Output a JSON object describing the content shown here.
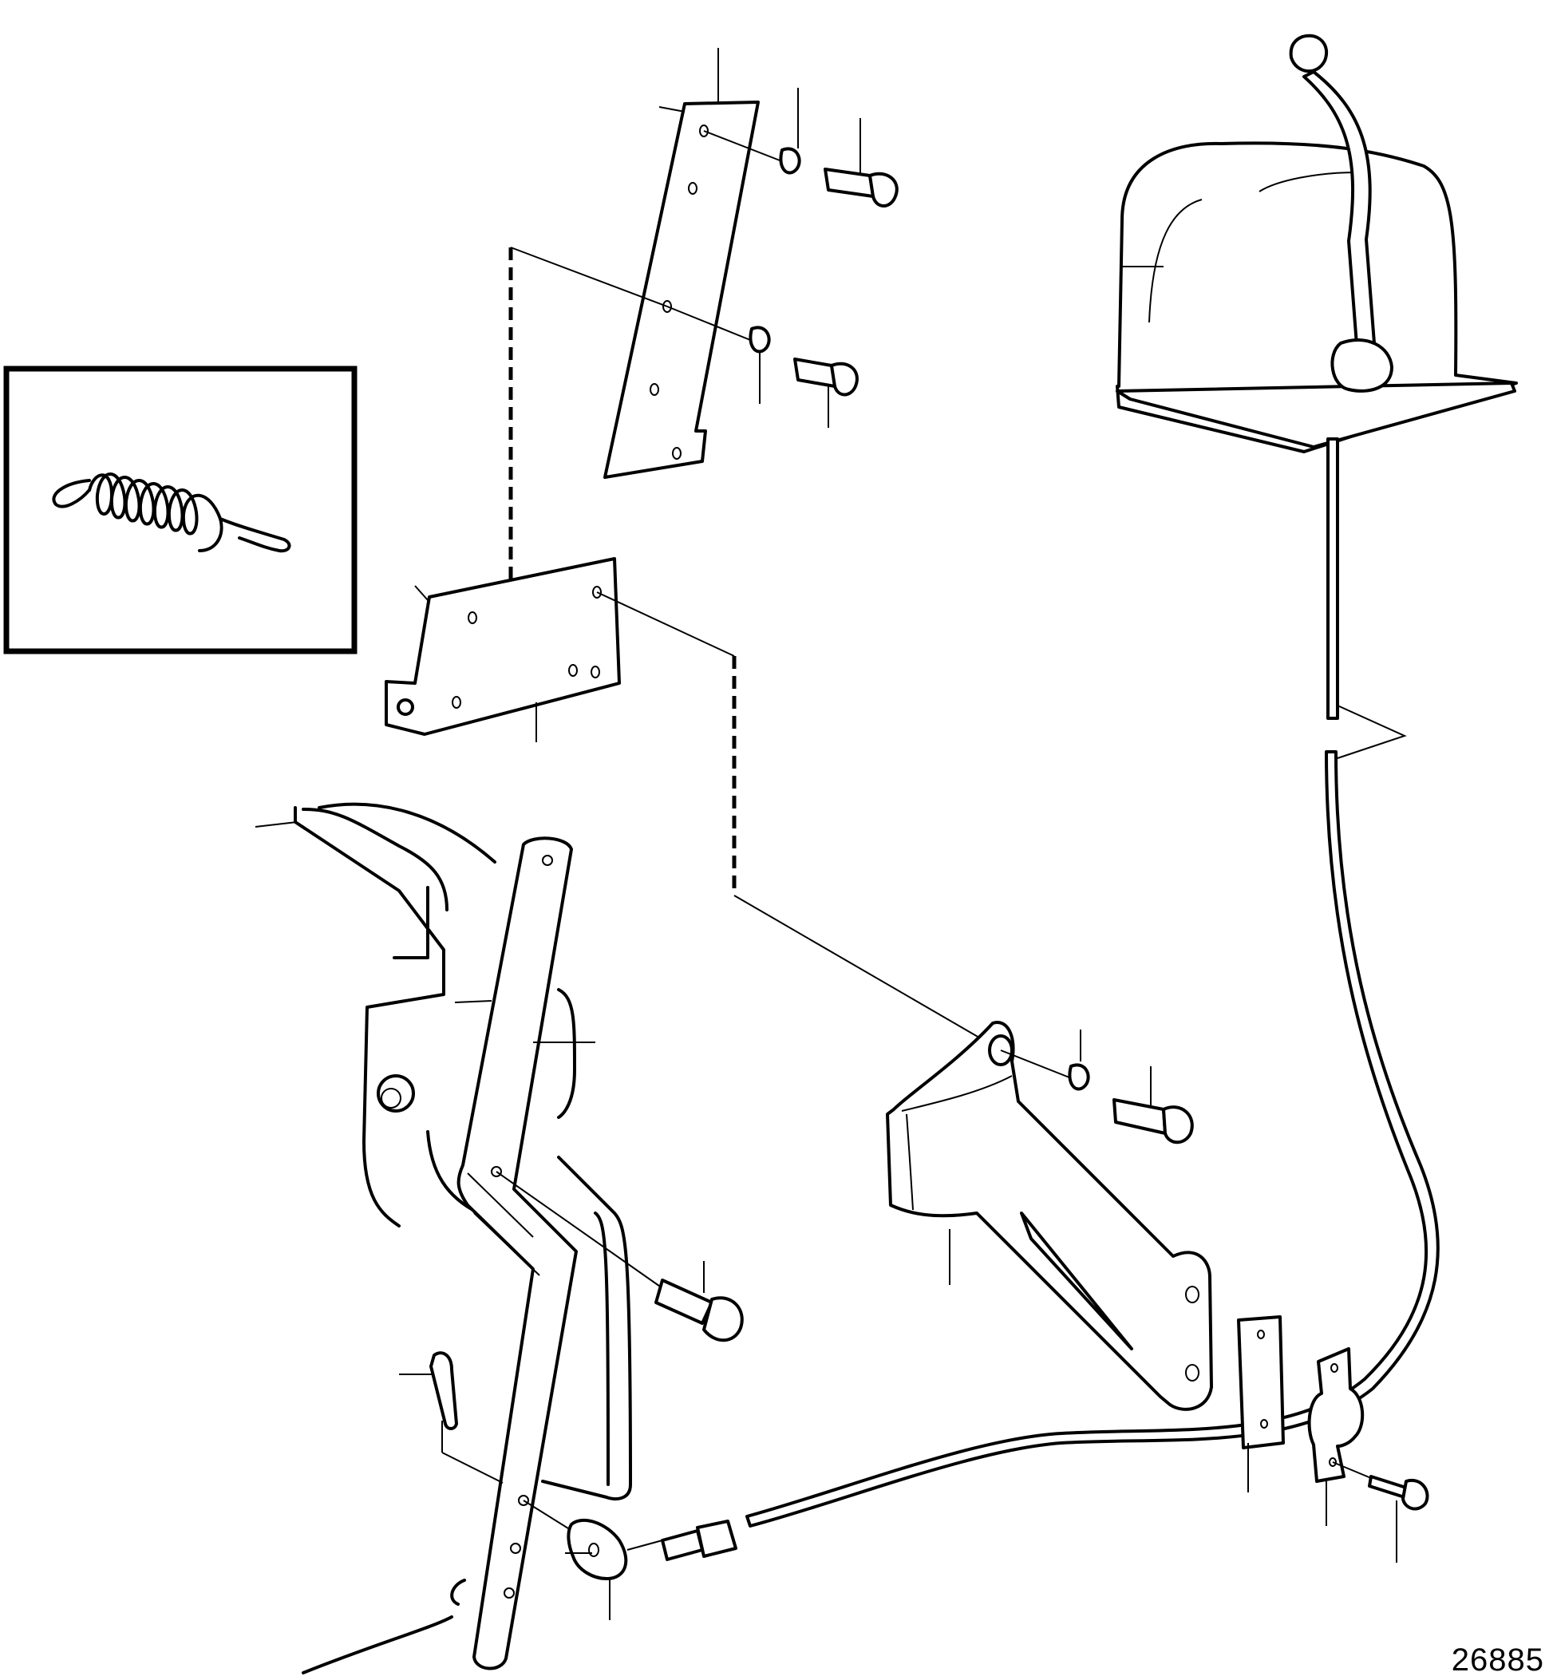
{
  "figure": {
    "number": "26885"
  },
  "parts": [
    {
      "icon": "control-box-with-lever"
    },
    {
      "icon": "upper-mounting-bracket"
    },
    {
      "icon": "mounting-plate"
    },
    {
      "icon": "spring-detail-inset"
    },
    {
      "icon": "lever-arm"
    },
    {
      "icon": "engine-housing-fragment"
    },
    {
      "icon": "swivel-bracket"
    },
    {
      "icon": "control-cable"
    },
    {
      "icon": "cable-clamp"
    },
    {
      "icon": "spacer-plate"
    },
    {
      "icon": "hex-bolt"
    },
    {
      "icon": "lock-washer"
    },
    {
      "icon": "cotter-pin"
    },
    {
      "icon": "ball-socket-joint"
    },
    {
      "icon": "screw"
    }
  ]
}
